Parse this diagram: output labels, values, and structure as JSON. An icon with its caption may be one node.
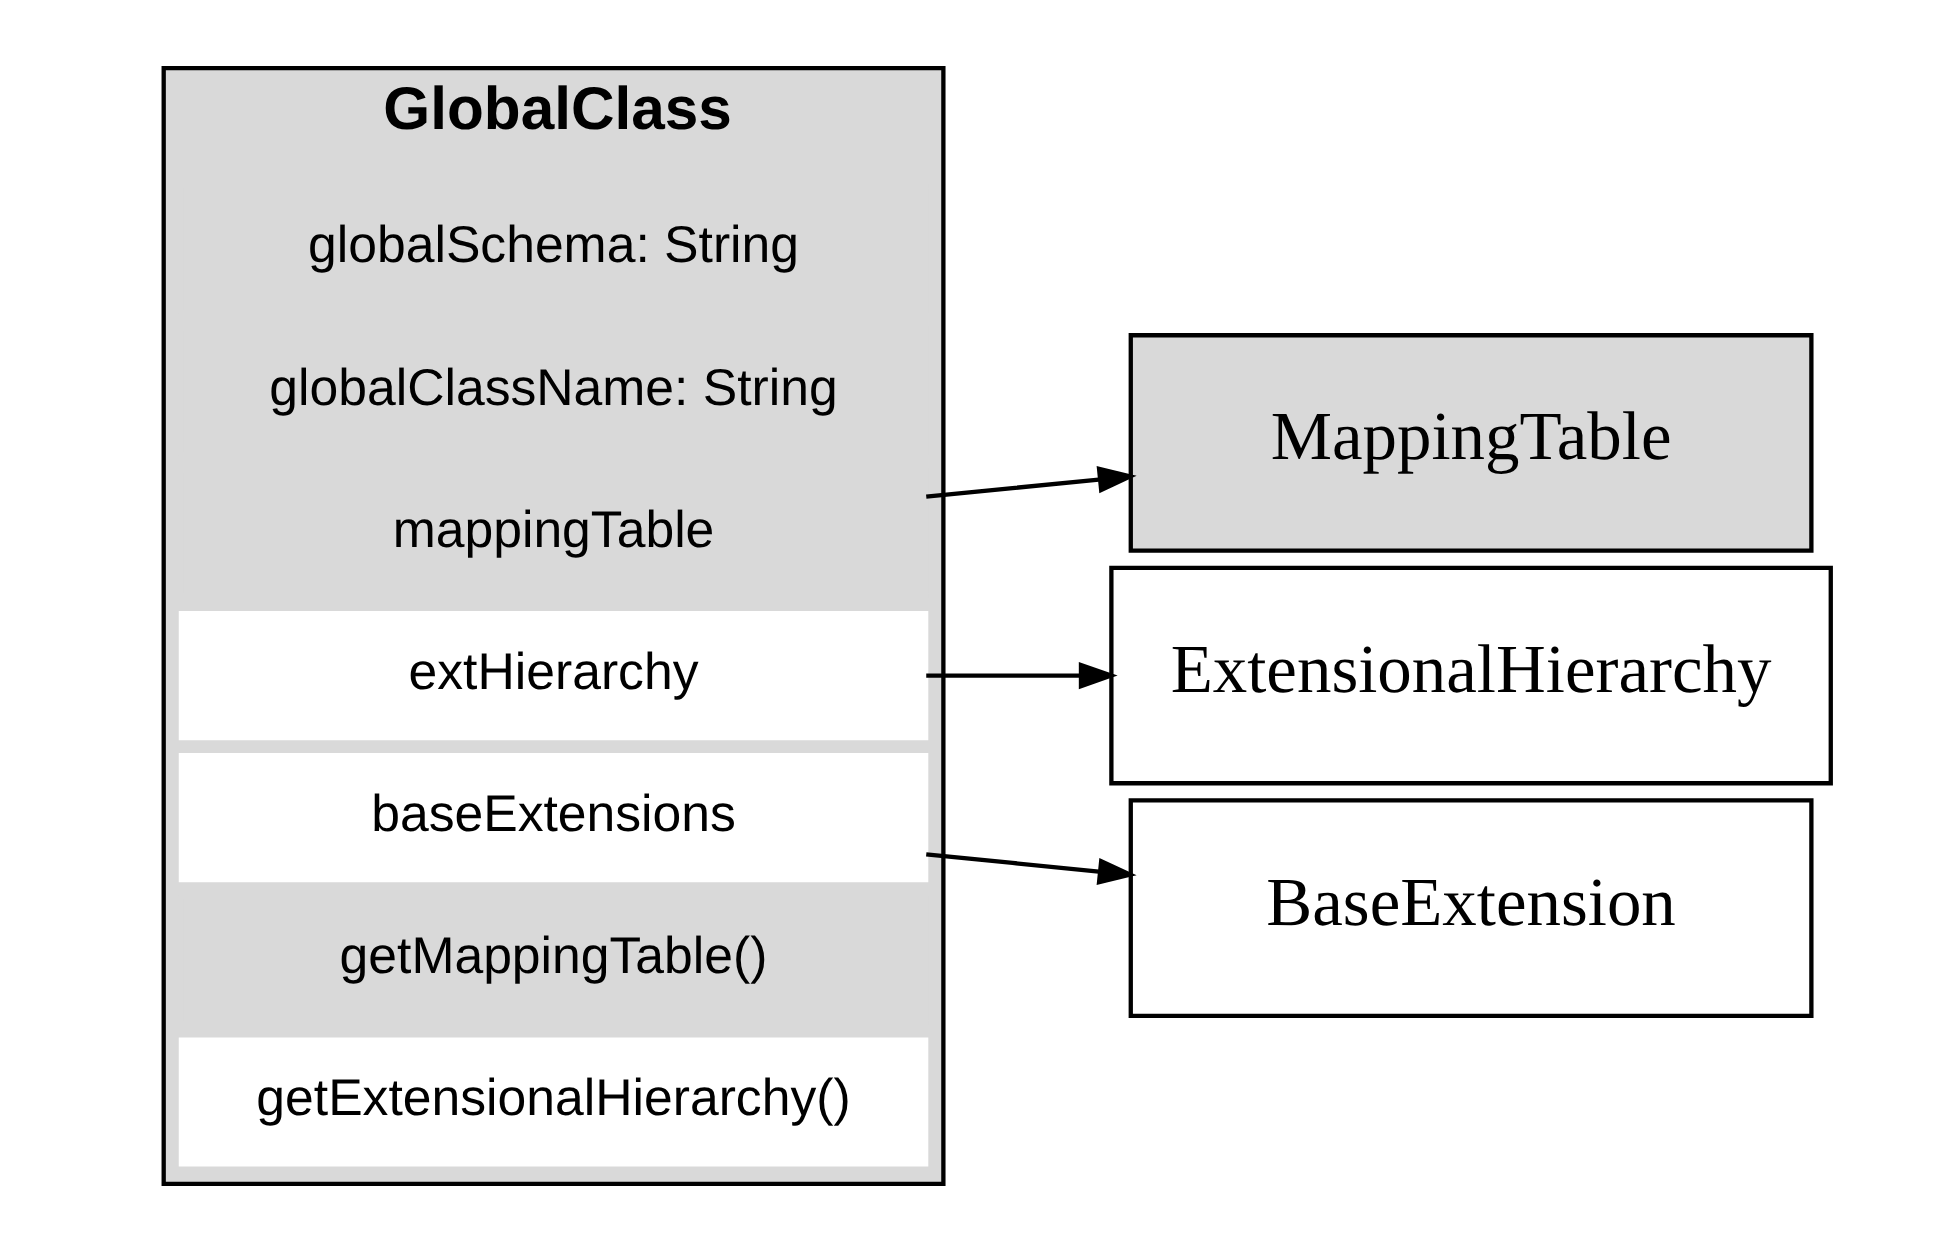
{
  "diagram": {
    "nodes": [
      {
        "text": [
          "GlobalClass"
        ]
      },
      {
        "text": [
          "globalSchema: String"
        ],
        "in": 0
      },
      {
        "text": [
          "globalClassName: String"
        ],
        "in": 0
      },
      {
        "text": [
          "mappingTable"
        ],
        "in": 0
      },
      {
        "text": [
          "extHierarchy"
        ],
        "in": 0
      },
      {
        "text": [
          "baseExtensions"
        ],
        "in": 0
      },
      {
        "text": [
          "getMappingTable()"
        ],
        "in": 0
      },
      {
        "text": [
          "getExtensionalHierarchy()"
        ],
        "in": 0
      },
      {
        "text": [
          "MappingTable"
        ]
      },
      {
        "text": [
          "ExtensionalHierarchy"
        ]
      },
      {
        "text": [
          "BaseExtension"
        ]
      }
    ],
    "edges": [
      {
        "from": 3,
        "to": 8,
        "arrow": "to"
      },
      {
        "from": 4,
        "to": 9,
        "arrow": "to"
      },
      {
        "from": 5,
        "to": 10,
        "arrow": "to"
      }
    ]
  }
}
